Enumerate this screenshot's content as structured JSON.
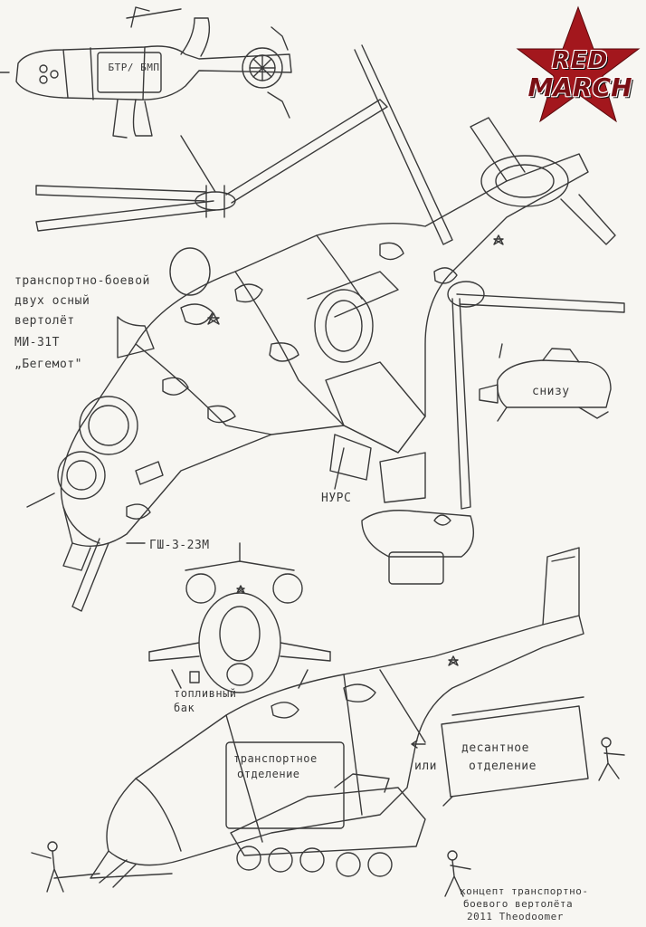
{
  "logo": {
    "line1": "RED",
    "line2": "MARCH",
    "star_color": "#a3171d"
  },
  "labels": {
    "top_hatch": "БТР/ БМП",
    "description": [
      "транспортно-боевой",
      "двух осный",
      "вертолёт",
      "МИ-31Т",
      "„Бегемот\""
    ],
    "bottom_view": "снизу",
    "rockets": "НУРС",
    "gun": "ГШ-3-23М",
    "fuel_tank": [
      "топливный",
      "бак"
    ],
    "transport_bay": [
      "транспортное",
      "отделение"
    ],
    "or": "или",
    "landing_bay": [
      "десантное",
      "отделение"
    ],
    "signature": [
      "концепт транспортно-",
      "боевого вертолёта",
      "2011 Theodoomer"
    ]
  },
  "colors": {
    "ink": "#3a3a3a",
    "paper": "#f7f6f2"
  }
}
